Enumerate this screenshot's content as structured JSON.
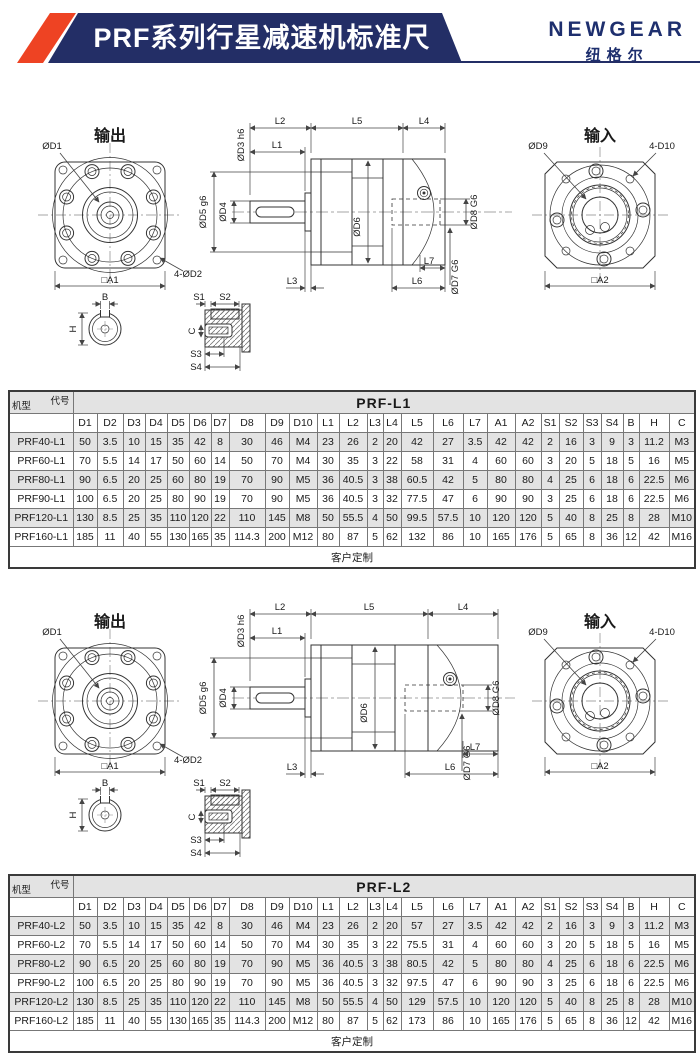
{
  "header": {
    "title": "PRF系列行星减速机标准尺寸",
    "brand": "NEWGEAR",
    "brand_cn": "纽格尔",
    "colors": {
      "navy": "#232e66",
      "orange": "#ee4323",
      "table_gray": "#e3e3e3"
    }
  },
  "drawing": {
    "output_title": "输出",
    "input_title": "输入",
    "labels": {
      "d1": "ØD1",
      "d2_qty": "4-ØD2",
      "a1": "□A1",
      "d9": "ØD9",
      "d10_qty": "4-D10",
      "a2": "□A2",
      "l1": "L1",
      "l2": "L2",
      "l3": "L3",
      "l4": "L4",
      "l5": "L5",
      "l6": "L6",
      "l7": "L7",
      "d3": "ØD3 h6",
      "d4": "ØD4",
      "d5": "ØD5 g6",
      "d6": "ØD6",
      "d7": "ØD7 G6",
      "d8": "ØD8 G6",
      "b": "B",
      "h": "H",
      "c": "C",
      "s1": "S1",
      "s2": "S2",
      "s3": "S3",
      "s4": "S4"
    }
  },
  "tables": [
    {
      "corner_top": "代号",
      "corner_bottom": "机型",
      "title": "PRF-L1",
      "columns": [
        "D1",
        "D2",
        "D3",
        "D4",
        "D5",
        "D6",
        "D7",
        "D8",
        "D9",
        "D10",
        "L1",
        "L2",
        "L3",
        "L4",
        "L5",
        "L6",
        "L7",
        "A1",
        "A2",
        "S1",
        "S2",
        "S3",
        "S4",
        "B",
        "H",
        "C"
      ],
      "rows": [
        {
          "model": "PRF40-L1",
          "values": [
            "50",
            "3.5",
            "10",
            "15",
            "35",
            "42",
            "8",
            "30",
            "46",
            "M4",
            "23",
            "26",
            "2",
            "20",
            "42",
            "27",
            "3.5",
            "42",
            "42",
            "2",
            "16",
            "3",
            "9",
            "3",
            "11.2",
            "M3"
          ]
        },
        {
          "model": "PRF60-L1",
          "values": [
            "70",
            "5.5",
            "14",
            "17",
            "50",
            "60",
            "14",
            "50",
            "70",
            "M4",
            "30",
            "35",
            "3",
            "22",
            "58",
            "31",
            "4",
            "60",
            "60",
            "3",
            "20",
            "5",
            "18",
            "5",
            "16",
            "M5"
          ]
        },
        {
          "model": "PRF80-L1",
          "values": [
            "90",
            "6.5",
            "20",
            "25",
            "60",
            "80",
            "19",
            "70",
            "90",
            "M5",
            "36",
            "40.5",
            "3",
            "38",
            "60.5",
            "42",
            "5",
            "80",
            "80",
            "4",
            "25",
            "6",
            "18",
            "6",
            "22.5",
            "M6"
          ]
        },
        {
          "model": "PRF90-L1",
          "values": [
            "100",
            "6.5",
            "20",
            "25",
            "80",
            "90",
            "19",
            "70",
            "90",
            "M5",
            "36",
            "40.5",
            "3",
            "32",
            "77.5",
            "47",
            "6",
            "90",
            "90",
            "3",
            "25",
            "6",
            "18",
            "6",
            "22.5",
            "M6"
          ]
        },
        {
          "model": "PRF120-L1",
          "values": [
            "130",
            "8.5",
            "25",
            "35",
            "110",
            "120",
            "22",
            "110",
            "145",
            "M8",
            "50",
            "55.5",
            "4",
            "50",
            "99.5",
            "57.5",
            "10",
            "120",
            "120",
            "5",
            "40",
            "8",
            "25",
            "8",
            "28",
            "M10"
          ]
        },
        {
          "model": "PRF160-L1",
          "values": [
            "185",
            "11",
            "40",
            "55",
            "130",
            "165",
            "35",
            "114.3",
            "200",
            "M12",
            "80",
            "87",
            "5",
            "62",
            "132",
            "86",
            "10",
            "165",
            "176",
            "5",
            "65",
            "8",
            "36",
            "12",
            "42",
            "M16"
          ]
        }
      ],
      "footer": "客户定制"
    },
    {
      "corner_top": "代号",
      "corner_bottom": "机型",
      "title": "PRF-L2",
      "columns": [
        "D1",
        "D2",
        "D3",
        "D4",
        "D5",
        "D6",
        "D7",
        "D8",
        "D9",
        "D10",
        "L1",
        "L2",
        "L3",
        "L4",
        "L5",
        "L6",
        "L7",
        "A1",
        "A2",
        "S1",
        "S2",
        "S3",
        "S4",
        "B",
        "H",
        "C"
      ],
      "rows": [
        {
          "model": "PRF40-L2",
          "values": [
            "50",
            "3.5",
            "10",
            "15",
            "35",
            "42",
            "8",
            "30",
            "46",
            "M4",
            "23",
            "26",
            "2",
            "20",
            "57",
            "27",
            "3.5",
            "42",
            "42",
            "2",
            "16",
            "3",
            "9",
            "3",
            "11.2",
            "M3"
          ]
        },
        {
          "model": "PRF60-L2",
          "values": [
            "70",
            "5.5",
            "14",
            "17",
            "50",
            "60",
            "14",
            "50",
            "70",
            "M4",
            "30",
            "35",
            "3",
            "22",
            "75.5",
            "31",
            "4",
            "60",
            "60",
            "3",
            "20",
            "5",
            "18",
            "5",
            "16",
            "M5"
          ]
        },
        {
          "model": "PRF80-L2",
          "values": [
            "90",
            "6.5",
            "20",
            "25",
            "60",
            "80",
            "19",
            "70",
            "90",
            "M5",
            "36",
            "40.5",
            "3",
            "38",
            "80.5",
            "42",
            "5",
            "80",
            "80",
            "4",
            "25",
            "6",
            "18",
            "6",
            "22.5",
            "M6"
          ]
        },
        {
          "model": "PRF90-L2",
          "values": [
            "100",
            "6.5",
            "20",
            "25",
            "80",
            "90",
            "19",
            "70",
            "90",
            "M5",
            "36",
            "40.5",
            "3",
            "32",
            "97.5",
            "47",
            "6",
            "90",
            "90",
            "3",
            "25",
            "6",
            "18",
            "6",
            "22.5",
            "M6"
          ]
        },
        {
          "model": "PRF120-L2",
          "values": [
            "130",
            "8.5",
            "25",
            "35",
            "110",
            "120",
            "22",
            "110",
            "145",
            "M8",
            "50",
            "55.5",
            "4",
            "50",
            "129",
            "57.5",
            "10",
            "120",
            "120",
            "5",
            "40",
            "8",
            "25",
            "8",
            "28",
            "M10"
          ]
        },
        {
          "model": "PRF160-L2",
          "values": [
            "185",
            "11",
            "40",
            "55",
            "130",
            "165",
            "35",
            "114.3",
            "200",
            "M12",
            "80",
            "87",
            "5",
            "62",
            "173",
            "86",
            "10",
            "165",
            "176",
            "5",
            "65",
            "8",
            "36",
            "12",
            "42",
            "M16"
          ]
        }
      ],
      "footer": "客户定制"
    }
  ]
}
